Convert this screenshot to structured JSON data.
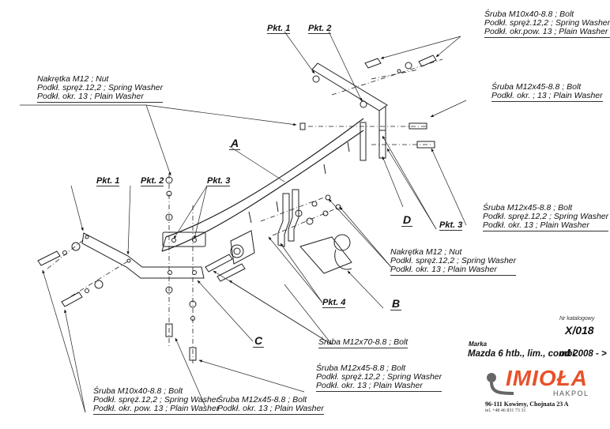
{
  "labels": {
    "pkt1_top": "Pkt. 1",
    "pkt2_top": "Pkt. 2",
    "pkt1_left": "Pkt. 1",
    "pkt2_left": "Pkt. 2",
    "pkt3_left": "Pkt. 3",
    "pkt3_right": "Pkt. 3",
    "pkt4": "Pkt. 4",
    "A": "A",
    "B": "B",
    "C": "C",
    "D": "D"
  },
  "callouts": {
    "top_right": [
      "Śruba M10x40-8.8 ;  Bolt",
      "Podkł. spręż.12,2 ; Spring Washer",
      "Podkł. okr.pow. 13 ; Plain Washer"
    ],
    "top_left": [
      "Nakrętka  M12 ; Nut",
      "Podkł. spręż.12,2 ; Spring Washer",
      "Podkł. okr. 13 ; Plain Washer"
    ],
    "right_mid": [
      "Śruba M12x45-8.8 ;  Bolt",
      "Podkł. okr. ; 13 ; Plain Washer"
    ],
    "right_lower": [
      "Śruba M12x45-8.8 ;  Bolt",
      "Podkł. spręż.12,2 ; Spring Washer",
      "Podkł. okr. 13 ; Plain Washer"
    ],
    "nut_center": [
      "Nakrętka  M12 ; Nut",
      "Podkł. spręż.12,2 ; Spring Washer",
      "Podkł. okr. 13 ; Plain Washer"
    ],
    "bolt_m12x70": [
      "Śruba M12x70-8.8 ;  Bolt"
    ],
    "bottom_center": [
      "Śruba M12x45-8.8 ;  Bolt",
      "Podkł. spręż.12,2 ; Spring Washer",
      "Podkł. okr. 13 ; Plain Washer"
    ],
    "bottom_left": [
      "Śruba M10x40-8.8 ;  Bolt",
      "Podkł. spręż.12,2 ; Spring Washer",
      "Podkł. okr. pow. 13 ; Plain Washer"
    ],
    "bottom_mid": [
      "Śruba M12x45-8.8 ;  Bolt",
      "Podkł. okr. 13 ; Plain Washer"
    ]
  },
  "titleblock": {
    "catalog_label": "Nr katalogowy",
    "catalog_number": "X/018",
    "brand_label": "Marka",
    "model": "Mazda 6 htb., lim., combi",
    "years": "od 2008 - >"
  },
  "company": {
    "name": "IMIOŁA",
    "sub": "HAKPOL",
    "address": "96-111 Kowiesy, Chojnata 23 A",
    "phone": "tel. +48 46 831 73 31",
    "brand_color": "#e8512a",
    "gray_color": "#666666"
  }
}
